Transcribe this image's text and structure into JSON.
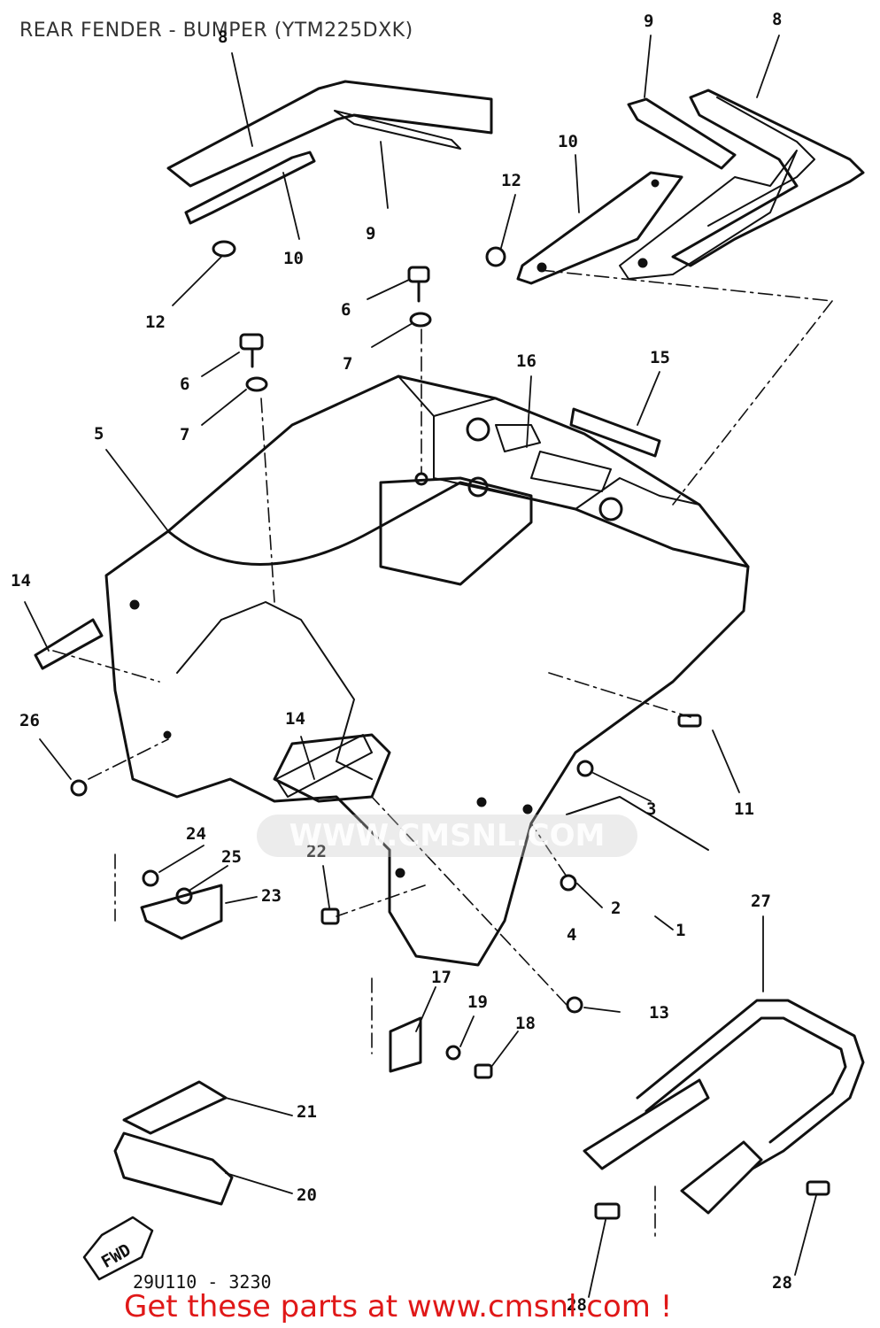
{
  "page": {
    "title": "REAR FENDER - BUMPER (YTM225DXK)",
    "drawing_code": "29U110 - 3230",
    "promo_text": "Get these parts at www.cmsnl.com !",
    "watermark_text": "WWW.CMSNL.COM"
  },
  "colors": {
    "line": "#111111",
    "promo": "#e01818",
    "watermark": "#c8c8c8"
  },
  "direction_label": "FWD",
  "callouts": [
    "1",
    "2",
    "3",
    "4",
    "5",
    "6",
    "6",
    "7",
    "7",
    "8",
    "8",
    "9",
    "9",
    "10",
    "10",
    "11",
    "12",
    "12",
    "13",
    "14",
    "14",
    "15",
    "16",
    "17",
    "18",
    "19",
    "20",
    "21",
    "22",
    "23",
    "24",
    "25",
    "26",
    "27",
    "28",
    "28"
  ]
}
